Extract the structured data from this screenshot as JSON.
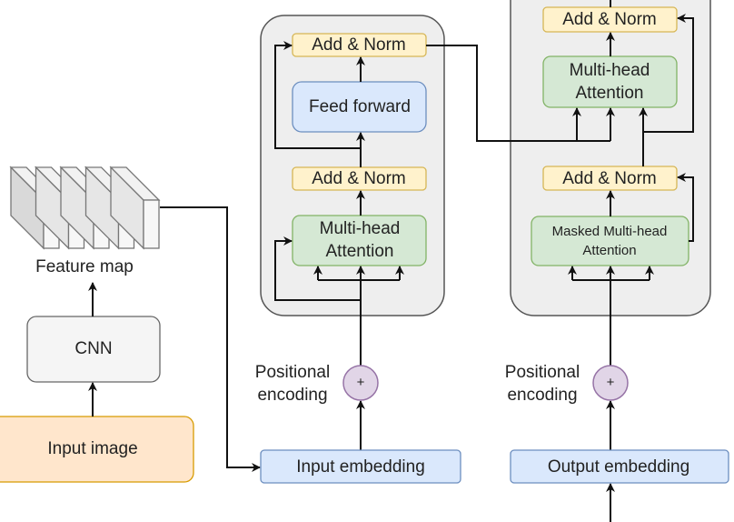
{
  "left": {
    "input_image": "Input image",
    "cnn": "CNN",
    "feature_map": "Feature map"
  },
  "encoder": {
    "add_norm_top": "Add & Norm",
    "feed_forward": "Feed forward",
    "add_norm_bottom": "Add & Norm",
    "attention_line1": "Multi-head",
    "attention_line2": "Attention",
    "positional_line1": "Positional",
    "positional_line2": "encoding",
    "plus": "+",
    "embedding": "Input embedding"
  },
  "decoder": {
    "add_norm_top": "Add & Norm",
    "attention_line1": "Multi-head",
    "attention_line2": "Attention",
    "add_norm_bottom": "Add & Norm",
    "masked_line1": "Masked Multi-head",
    "masked_line2": "Attention",
    "positional_line1": "Positional",
    "positional_line2": "encoding",
    "plus": "+",
    "embedding": "Output embedding"
  },
  "colors": {
    "add_norm": "#fff2cc",
    "feed_forward": "#dae8fc",
    "attention": "#d5e8d4",
    "plus": "#e1d5e7",
    "input_image": "#ffe6cc",
    "cnn": "#f5f5f5",
    "container": "#eeeeee"
  }
}
